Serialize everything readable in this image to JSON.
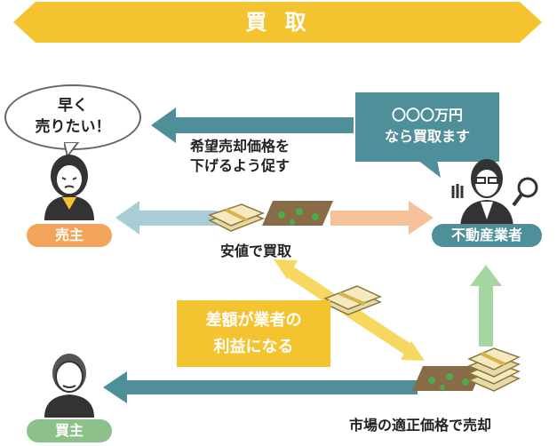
{
  "header": {
    "title": "買 取"
  },
  "seller": {
    "bubble_line1": "早く",
    "bubble_line2": "売りたい！",
    "role": "売主"
  },
  "buyer": {
    "role": "買主"
  },
  "agent": {
    "role": "不動産業者",
    "callout_line1": "〇〇〇万円",
    "callout_line2": "なら買取ます"
  },
  "labels": {
    "urge_line1": "希望売却価格を",
    "urge_line2": "下げるよう促す",
    "cheap_buy": "安値で買取",
    "profit_line1": "差額が業者の",
    "profit_line2": "利益になる",
    "market_sell": "市場の適正価格で売却"
  },
  "colors": {
    "banner": "#f3c330",
    "seller_orange": "#f2a55a",
    "agent_teal": "#4f8f99",
    "buyer_green": "#8cc28a",
    "arrow_teal": "#4f8f99",
    "arrow_light_blue": "#a9cdd6",
    "arrow_peach": "#f6c098",
    "arrow_yellow": "#f6d860",
    "arrow_green": "#a5d6a1"
  }
}
